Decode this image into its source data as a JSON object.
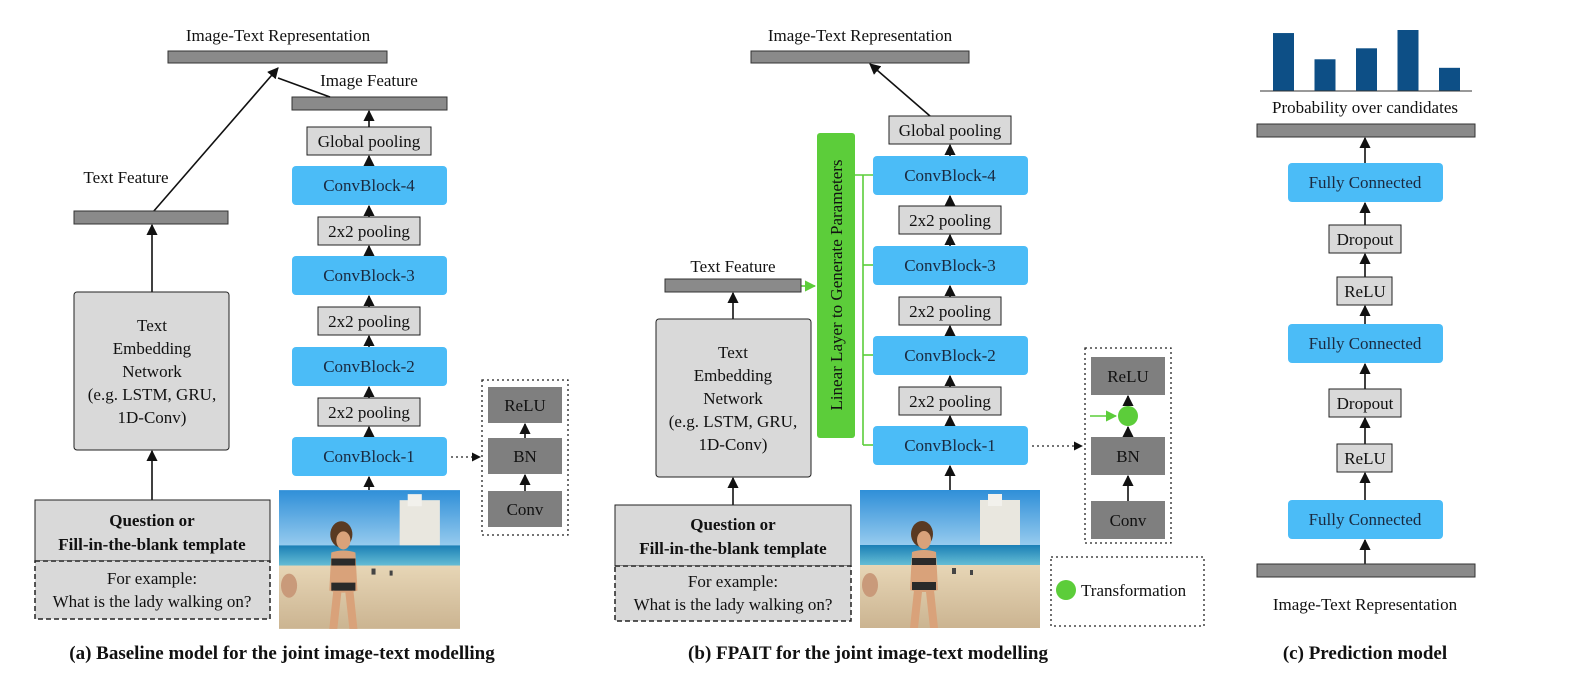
{
  "panel_a": {
    "top_label": "Image-Text Representation",
    "image_feature": "Image Feature",
    "text_feature": "Text Feature",
    "global_pooling": "Global pooling",
    "convblocks": [
      "ConvBlock-4",
      "ConvBlock-3",
      "ConvBlock-2",
      "ConvBlock-1"
    ],
    "pooling": "2x2 pooling",
    "text_net": [
      "Text",
      "Embedding",
      "Network",
      "(e.g. LSTM, GRU,",
      "1D-Conv)"
    ],
    "question": [
      "Question or",
      "Fill-in-the-blank template"
    ],
    "example": [
      "For example:",
      "What is the lady walking on?"
    ],
    "block_detail": [
      "ReLU",
      "BN",
      "Conv"
    ],
    "caption": "(a) Baseline model for the joint image-text modelling"
  },
  "panel_b": {
    "top_label": "Image-Text Representation",
    "text_feature": "Text Feature",
    "global_pooling": "Global pooling",
    "convblocks": [
      "ConvBlock-4",
      "ConvBlock-3",
      "ConvBlock-2",
      "ConvBlock-1"
    ],
    "pooling": "2x2 pooling",
    "linear_layer": "Linear Layer to Generate Parameters",
    "text_net": [
      "Text",
      "Embedding",
      "Network",
      "(e.g. LSTM, GRU,",
      "1D-Conv)"
    ],
    "question": [
      "Question or",
      "Fill-in-the-blank template"
    ],
    "example": [
      "For example:",
      "What is the lady walking on?"
    ],
    "block_detail": [
      "ReLU",
      "BN",
      "Conv"
    ],
    "legend": "Transformation",
    "caption": "(b) FPAIT for the joint image-text modelling"
  },
  "panel_c": {
    "prob_label": "Probability over candidates",
    "prob_bars": [
      0.95,
      0.52,
      0.7,
      1.0,
      0.38
    ],
    "layers": [
      "Fully Connected",
      "Dropout",
      "ReLU",
      "Fully Connected",
      "Dropout",
      "ReLU",
      "Fully Connected"
    ],
    "bottom_label": "Image-Text Representation",
    "caption": "(c) Prediction model"
  },
  "colors": {
    "convblock": "#4bbcf7",
    "linear_layer": "#5ccd3a",
    "prob_bar": "#0d4f86",
    "detail_box": "#7f7f7f"
  }
}
